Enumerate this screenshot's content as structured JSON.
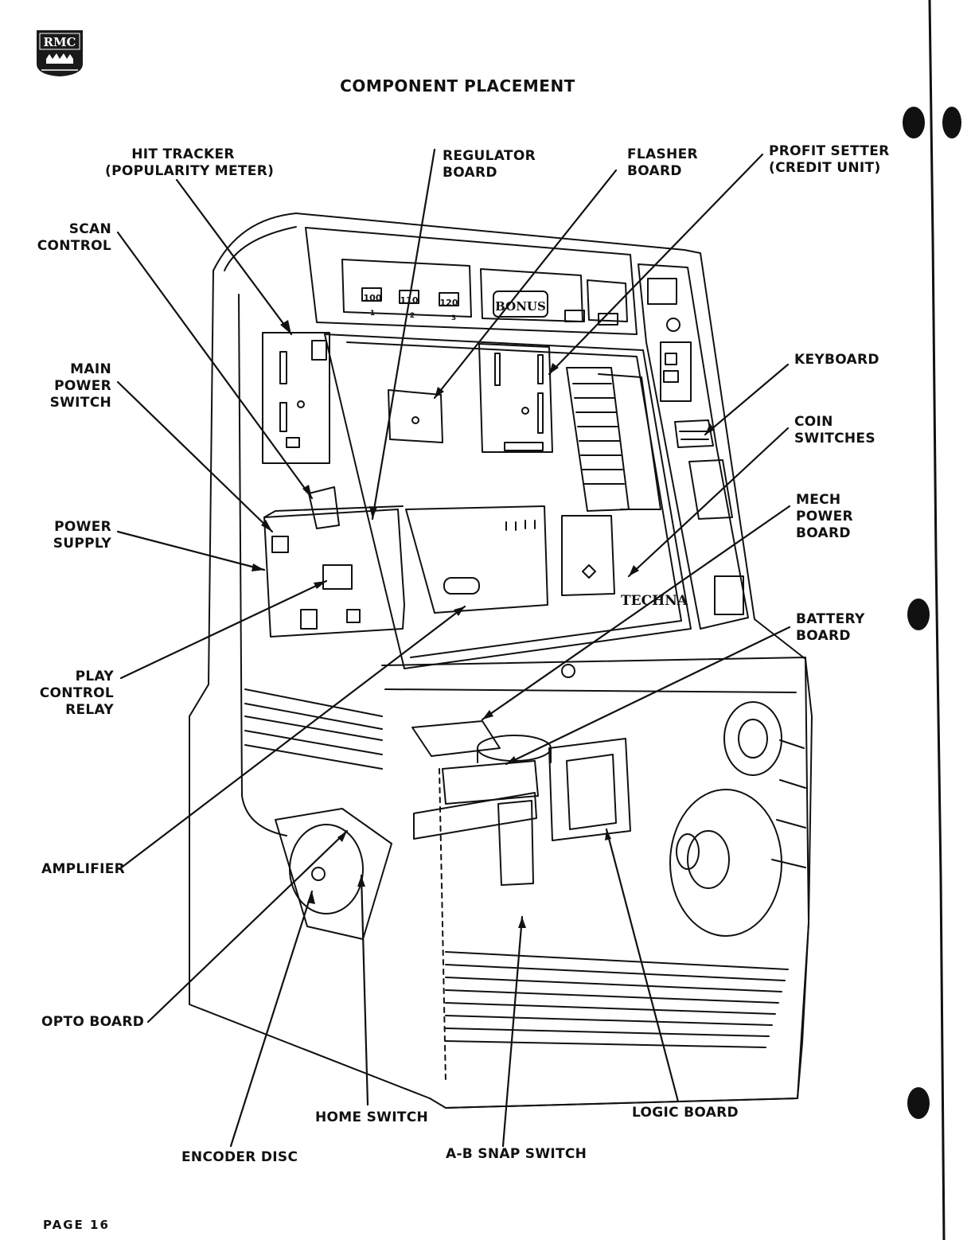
{
  "title": "COMPONENT PLACEMENT",
  "footer": "PAGE 16",
  "logo_text": "RMC",
  "cabinet": {
    "bonus_text": "BONUS",
    "brand_text": "TECHNA",
    "meter_numbers": [
      "100",
      "110",
      "120"
    ],
    "meter_positions": [
      "1",
      "2",
      "3"
    ]
  },
  "labels": {
    "hit_tracker": [
      "HIT TRACKER",
      "(POPULARITY METER)"
    ],
    "regulator_board": [
      "REGULATOR",
      "BOARD"
    ],
    "flasher_board": [
      "FLASHER",
      "BOARD"
    ],
    "profit_setter": [
      "PROFIT SETTER",
      "(CREDIT UNIT)"
    ],
    "scan_control": [
      "SCAN",
      "CONTROL"
    ],
    "main_power_switch": [
      "MAIN",
      "POWER",
      "SWITCH"
    ],
    "keyboard": [
      "KEYBOARD"
    ],
    "coin_switches": [
      "COIN",
      "SWITCHES"
    ],
    "mech_power_board": [
      "MECH",
      "POWER",
      "BOARD"
    ],
    "power_supply": [
      "POWER",
      "SUPPLY"
    ],
    "battery_board": [
      "BATTERY",
      "BOARD"
    ],
    "play_control_relay": [
      "PLAY",
      "CONTROL",
      "RELAY"
    ],
    "amplifier": [
      "AMPLIFIER"
    ],
    "opto_board": [
      "OPTO BOARD"
    ],
    "home_switch": [
      "HOME SWITCH"
    ],
    "logic_board": [
      "LOGIC BOARD"
    ],
    "encoder_disc": [
      "ENCODER DISC"
    ],
    "ab_snap_switch": [
      "A-B SNAP SWITCH"
    ]
  }
}
